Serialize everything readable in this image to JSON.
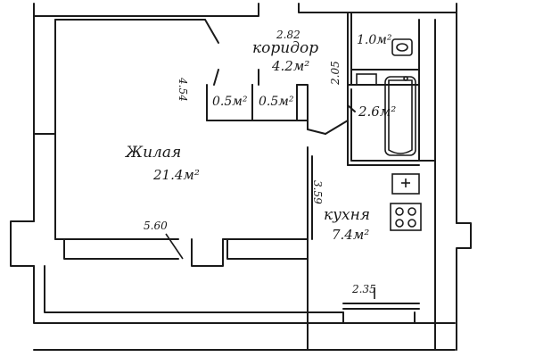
{
  "plan": {
    "rooms": {
      "living": {
        "name": "Жилая",
        "area": "21.4м²"
      },
      "corridor": {
        "name": "коридор",
        "area": "4.2м²"
      },
      "kitchen": {
        "name": "кухня",
        "area": "7.4м²"
      },
      "bathroom": {
        "area": "2.6м²"
      },
      "toilet": {
        "area": "1.0м²"
      },
      "closet_left": {
        "area": "0.5м²"
      },
      "closet_right": {
        "area": "0.5м²"
      }
    },
    "dimensions": {
      "corridor_width": "2.82",
      "living_depth": "4.54",
      "living_width": "5.60",
      "bath_wall": "2.05",
      "kitchen_depth": "3.59",
      "kitchen_width": "2.35"
    }
  }
}
